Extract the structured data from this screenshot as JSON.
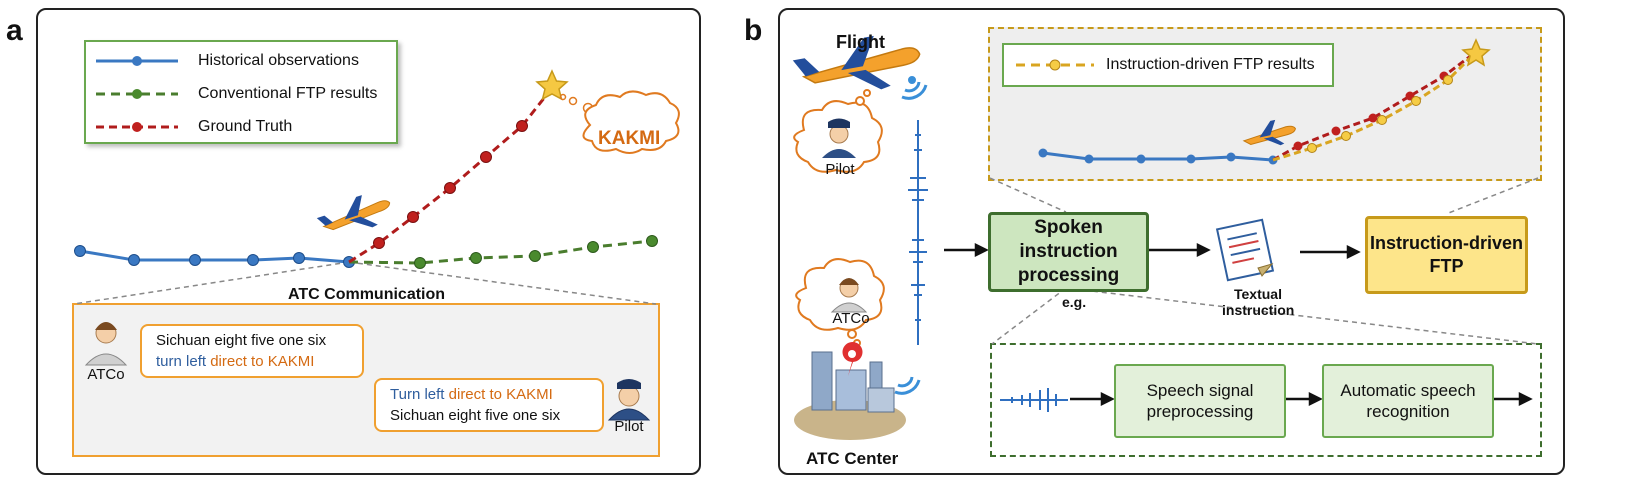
{
  "panel_a": {
    "label": "a",
    "legend": [
      {
        "text": "Historical observations",
        "color": "#3a78c2",
        "style": "solid"
      },
      {
        "text": "Conventional FTP results",
        "color": "#4a7d2e",
        "style": "dashed"
      },
      {
        "text": "Ground Truth",
        "color": "#b01c1c",
        "style": "dashed"
      }
    ],
    "waypoint_label": "KAKMI",
    "comm_title": "ATC Communication",
    "atco_label": "ATCo",
    "pilot_label": "Pilot",
    "atco_msg": {
      "line1": "Sichuan eight five one six",
      "line2_blue": "turn left",
      "line2_orange": "direct to KAKMI"
    },
    "pilot_msg": {
      "line1_blue": "Turn left",
      "line1_orange": "direct to KAKMI",
      "line2": "Sichuan eight five one six"
    }
  },
  "panel_b": {
    "label": "b",
    "flight_label": "Flight",
    "pilot_label": "Pilot",
    "atco_label": "ATCo",
    "center_label": "ATC Center",
    "legend_text": "Instruction-driven FTP results",
    "spoken_box": "Spoken instruction processing",
    "eg_label": "e.g.",
    "textual_label": "Textual instruction",
    "ftp_box": "Instruction-driven FTP",
    "preproc_box": "Speech signal preprocessing",
    "asr_box": "Automatic speech recognition"
  },
  "colors": {
    "history": "#3a78c2",
    "conventional": "#4a7d2e",
    "ground_truth": "#b01c1c",
    "instruction": "#e0b030",
    "orange_accent": "#d46a12"
  }
}
